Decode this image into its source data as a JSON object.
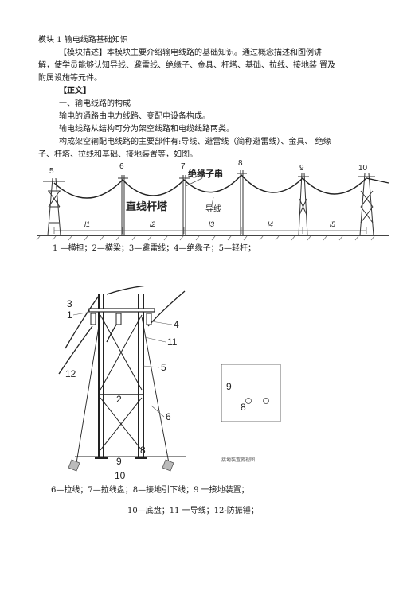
{
  "document": {
    "title": "模块 1 输电线路基础知识",
    "desc_line1": "【模块描述】本模块主要介绍输电线路的基础知识。通过概念描述和图例讲",
    "desc_line2": "解，使学员能够认知导线、避雷线、绝缘子、金具、杆塔、基础、拉线、接地装  置及",
    "desc_line3": "附属设施等元件。",
    "body_heading": "【正文】",
    "section1": "一、输电线路的构成",
    "para1": "输电的通路由电力线路、变配电设备构成。",
    "para2": "输电线路从结构可分为架空线路和电缆线路两类。",
    "para3_line1": "构成架空输配电线路的主要部件有:导线、避雷线（简称避雷线）、金具、  绝缘",
    "para3_line2": "子、杆塔、拉线和基础、接地装置等，如图。"
  },
  "figure1": {
    "tower_labels": [
      "5",
      "6",
      "7",
      "8",
      "9",
      "10"
    ],
    "insulator_label": "绝缘子串",
    "tower_type_label": "直线杆塔",
    "conductor_label": "导线",
    "span_labels": [
      "l1",
      "l2",
      "l3",
      "l4",
      "l5"
    ],
    "caption": "1 —横担；2—横梁；3—避雷线；4—绝缘子；5—轻杆；"
  },
  "figure2": {
    "part_labels": {
      "n1": "1",
      "n2": "2",
      "n3": "3",
      "n4": "4",
      "n5": "5",
      "n6": "6",
      "n8": "8",
      "n9": "9",
      "n10": "10",
      "n11": "11",
      "n12": "12"
    },
    "inset_labels": {
      "n8": "8",
      "n9": "9"
    },
    "inset_caption": "接地装置俯视图",
    "caption1": "6—拉线；7—拉线盘；8—接地引下线；9 一接地装置；",
    "caption2": "10—底盘；11 一导线；12-防振锤；"
  }
}
